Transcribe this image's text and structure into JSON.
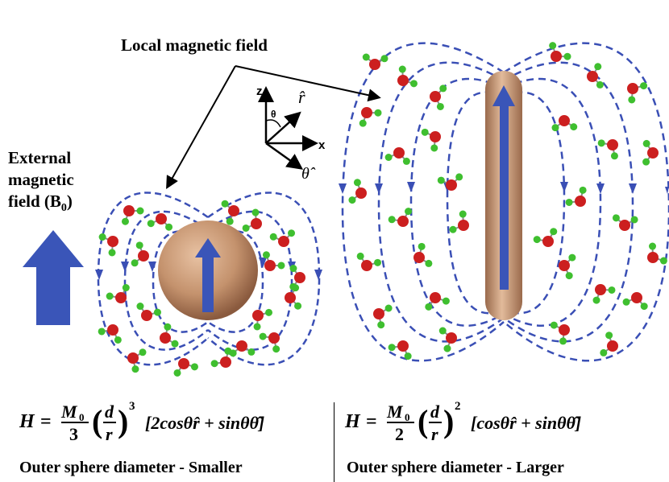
{
  "labels": {
    "local_field": "Local magnetic field",
    "external_field_line1": "External",
    "external_field_line2": "magnetic",
    "external_field_line3": "field (B",
    "external_field_sub": "0",
    "external_field_close": ")",
    "axis_z": "z",
    "axis_x": "x",
    "axis_theta": "θ",
    "axis_r_hat": "r̂",
    "axis_theta_hat": "θ̂"
  },
  "equations": {
    "left": {
      "lhs": "H",
      "numerator": "M",
      "numerator_sub": "0",
      "denominator": "3",
      "frac_num": "d",
      "frac_den": "r",
      "exponent": "3",
      "bracket": "[2cosθr̂ + sinθθ̂]"
    },
    "right": {
      "lhs": "H",
      "numerator": "M",
      "numerator_sub": "0",
      "denominator": "2",
      "frac_num": "d",
      "frac_den": "r",
      "exponent": "2",
      "bracket": "[cosθr̂ + sinθθ̂]"
    }
  },
  "captions": {
    "left": "Outer sphere diameter - Smaller",
    "right": "Outer sphere diameter - Larger"
  },
  "colors": {
    "field_lines": "#3a4fb5",
    "arrow": "#3a55b8",
    "particle": "#c79a7a",
    "oxygen": "#cc1f1f",
    "hydrogen": "#3fbf2f"
  }
}
